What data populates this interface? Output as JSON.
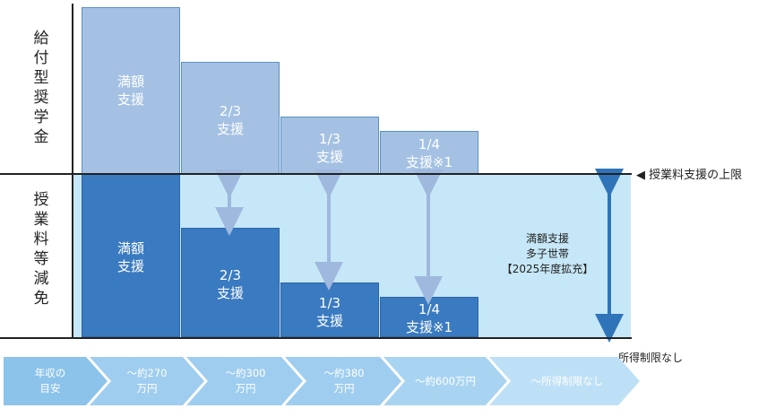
{
  "left_labels": {
    "upper": "給付型奨学金",
    "lower": "授業料等減免"
  },
  "upper_bars": [
    {
      "line1": "満額",
      "line2": "支援"
    },
    {
      "line1": "2/3",
      "line2": "支援"
    },
    {
      "line1": "1/3",
      "line2": "支援"
    },
    {
      "line1": "1/4",
      "line2": "支援※1"
    }
  ],
  "lower_bars": [
    {
      "line1": "満額",
      "line2": "支援"
    },
    {
      "line1": "2/3",
      "line2": "支援"
    },
    {
      "line1": "1/3",
      "line2": "支援"
    },
    {
      "line1": "1/4",
      "line2": "支援※1"
    }
  ],
  "right_note": {
    "line1": "満額支援",
    "line2": "多子世帯",
    "line3": "【2025年度拡充】"
  },
  "tuition_limit_label": "◀ 授業料支援の上限",
  "no_limit_label": "所得制限なし",
  "income_steps": [
    {
      "line1": "年収の",
      "line2": "目安"
    },
    {
      "line1": "～約270",
      "line2": "万円"
    },
    {
      "line1": "～約300",
      "line2": "万円"
    },
    {
      "line1": "～約380",
      "line2": "万円"
    },
    {
      "line1": "～約600万円",
      "line2": ""
    },
    {
      "line1": "～所得制限なし",
      "line2": ""
    }
  ],
  "colors": {
    "upper_bar": "#a4c1e3",
    "lower_bar": "#3a7ac0",
    "band": "#c6e7f7",
    "chevron": "#8cc3ea"
  }
}
